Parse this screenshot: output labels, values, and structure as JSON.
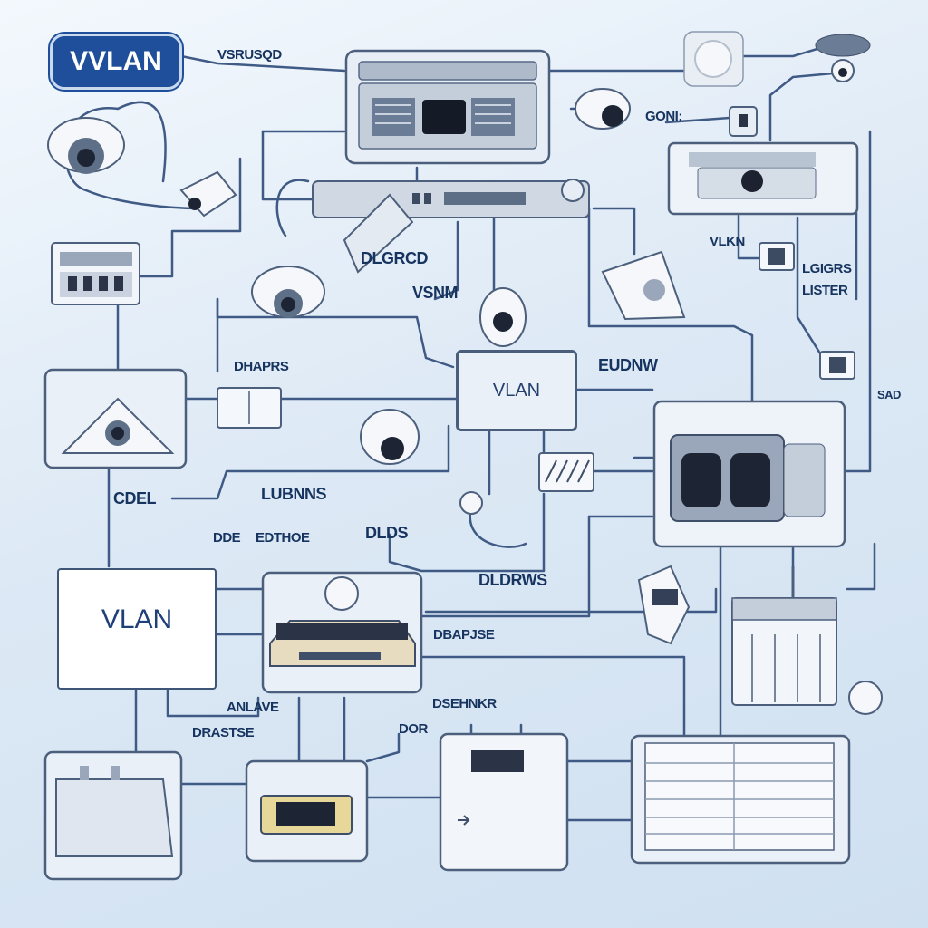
{
  "badge": {
    "text": "VVLAN"
  },
  "center_box": {
    "text": "VLAN"
  },
  "card": {
    "title": "VLAN"
  },
  "labels": [
    {
      "id": "top-caption",
      "text": "VSRUSQD"
    },
    {
      "id": "gon-label",
      "text": "GONI:"
    },
    {
      "id": "vlkn-label",
      "text": "VLKN"
    },
    {
      "id": "dlgro-label",
      "text": "DLGRCD"
    },
    {
      "id": "vsnm-label",
      "text": "VSNM"
    },
    {
      "id": "lgvs-label",
      "text": "LGIGRS"
    },
    {
      "id": "lstpr-label",
      "text": "LISTER"
    },
    {
      "id": "dhaprs-label",
      "text": "DHAPRS"
    },
    {
      "id": "euldnl-label",
      "text": "EUDNW"
    },
    {
      "id": "sad-label",
      "text": "SAD"
    },
    {
      "id": "cdel-label",
      "text": "CDEL"
    },
    {
      "id": "lubnns-label",
      "text": "LUBNNS"
    },
    {
      "id": "dde-label",
      "text": "DDE"
    },
    {
      "id": "edttde-label",
      "text": "EDTHOE"
    },
    {
      "id": "dlds-label",
      "text": "DLDS"
    },
    {
      "id": "dldrws-label",
      "text": "DLDRWS"
    },
    {
      "id": "dbapjse-label",
      "text": "DBAPJSE"
    },
    {
      "id": "anlae-label",
      "text": "ANLAVE"
    },
    {
      "id": "dsehnkr-label",
      "text": "DSEHNKR"
    },
    {
      "id": "drastase-label",
      "text": "DRASTSE"
    },
    {
      "id": "dor-label",
      "text": "DOR"
    }
  ],
  "colors": {
    "wire": "#3f5a85",
    "badge_bg": "#1f4f9a",
    "label": "#16345f",
    "box_border": "#4c5f7c",
    "camera_body": "#f5f7fa",
    "lens": "#1d2433"
  },
  "icons": [
    "dome-camera-icon",
    "bullet-camera-icon",
    "network-switch-icon",
    "server-rack-icon",
    "router-icon",
    "nvr-recorder-icon",
    "ceiling-camera-icon",
    "patch-panel-icon",
    "power-supply-icon",
    "display-monitor-icon"
  ]
}
